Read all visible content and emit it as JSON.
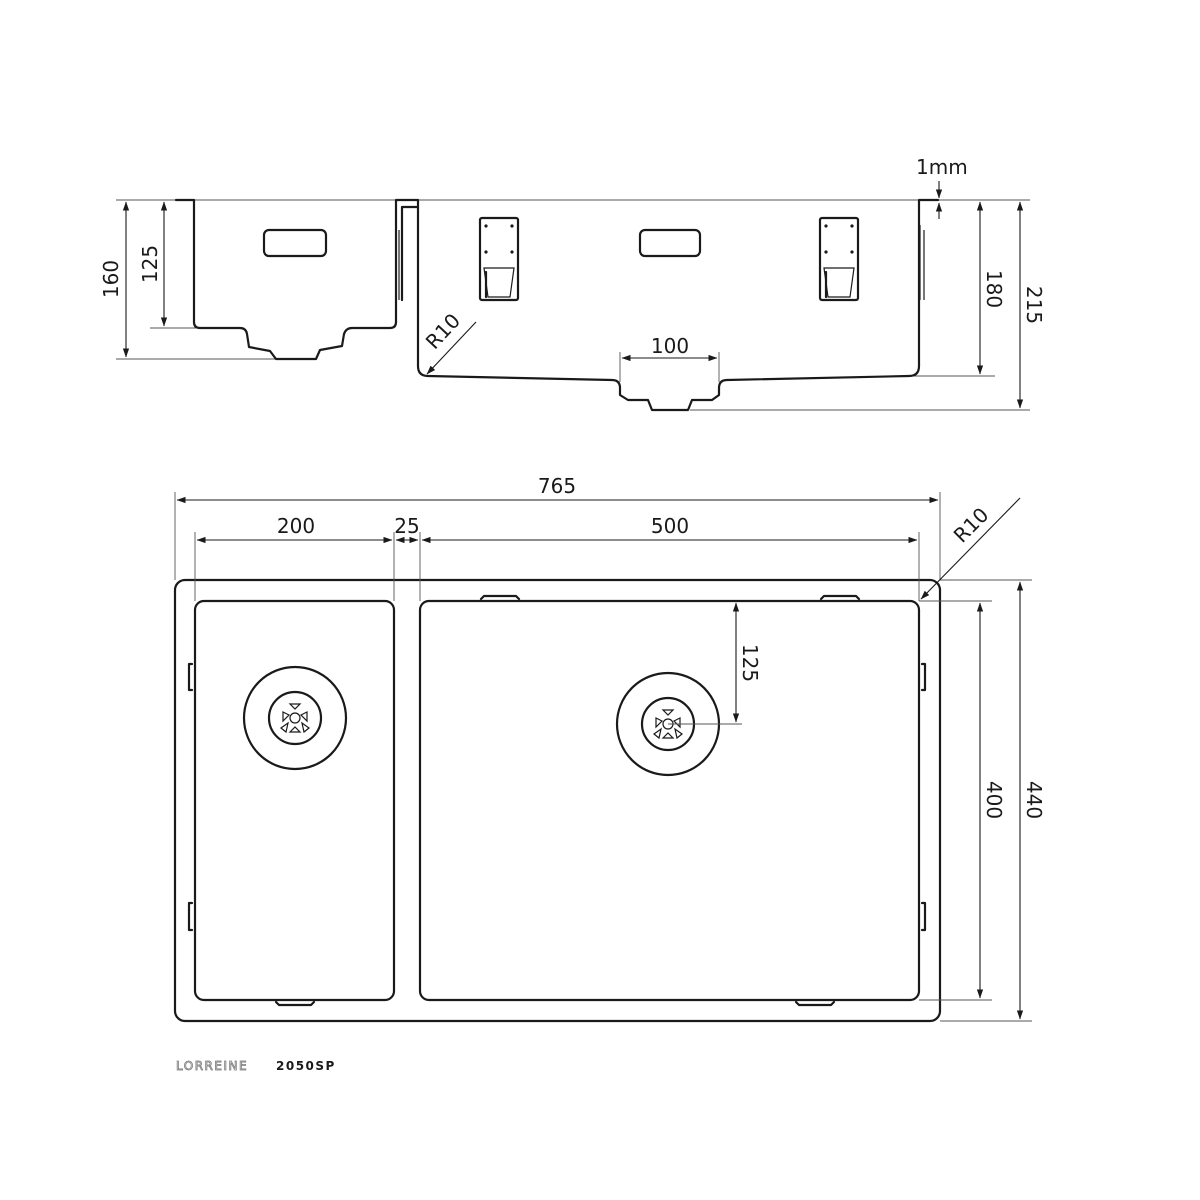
{
  "product": {
    "brand": "LORREINE",
    "model": "2050SP"
  },
  "side_view": {
    "thickness_label": "1mm",
    "small_bowl_total_height": "160",
    "small_bowl_depth": "125",
    "large_bowl_depth": "180",
    "large_bowl_total_height": "215",
    "corner_radius": "R10",
    "drain_width": "100"
  },
  "top_view": {
    "overall_width": "765",
    "small_bowl_width": "200",
    "divider_width": "25",
    "large_bowl_width": "500",
    "corner_radius": "R10",
    "drain_offset": "125",
    "inner_depth": "400",
    "overall_depth": "440"
  },
  "colors": {
    "line": "#1a1a1a",
    "background": "#ffffff",
    "brand_outline": "#777777"
  }
}
